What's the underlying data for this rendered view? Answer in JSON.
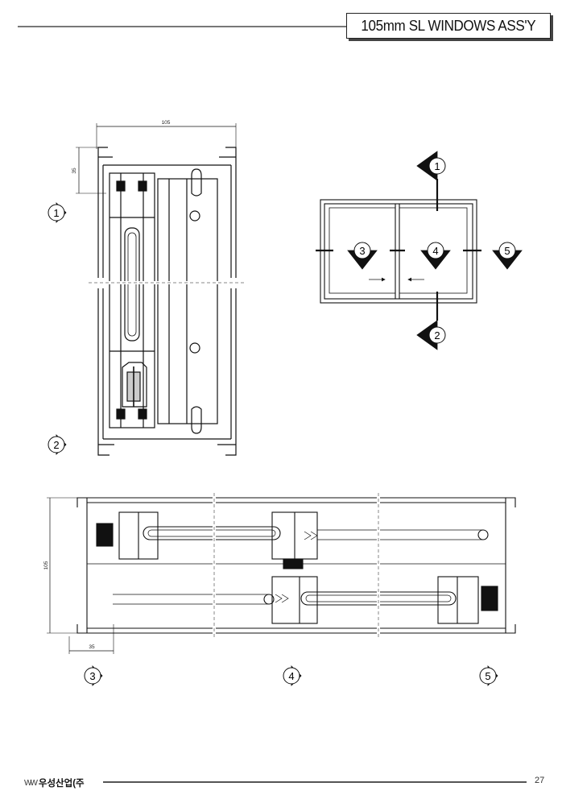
{
  "header": {
    "title": "105mm SL WINDOWS ASS'Y"
  },
  "dimensions": {
    "vertical_width": "105",
    "vertical_head": "35",
    "horizontal_height": "105",
    "horizontal_jamb": "35"
  },
  "section_markers": {
    "m1": "1",
    "m2": "2",
    "m3": "3",
    "m4": "4",
    "m5": "5"
  },
  "footer": {
    "logo_mark": "WW",
    "company": "우성산업(주",
    "page_number": "27"
  }
}
